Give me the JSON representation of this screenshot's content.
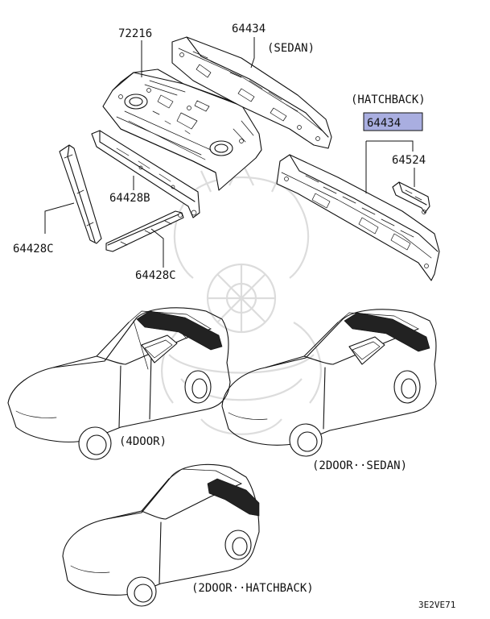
{
  "labels": {
    "rear_shelf": "72216",
    "panel_sedan": "64434",
    "sedan_tag": "(SEDAN)",
    "hatchback_tag": "(HATCHBACK)",
    "panel_hatchback": "64434",
    "bracket": "64524",
    "brace_b": "64428B",
    "brace_c_left": "64428C",
    "brace_c_right": "64428C"
  },
  "variants": {
    "four_door": "(4DOOR)",
    "two_door_sedan": "(2DOOR··SEDAN)",
    "two_door_hatchback": "(2DOOR··HATCHBACK)"
  },
  "diagram_code": "3E2VE71",
  "colors": {
    "highlight_box": "#a9aee0",
    "ink": "#111111",
    "watermark": "#d9d9d9"
  }
}
